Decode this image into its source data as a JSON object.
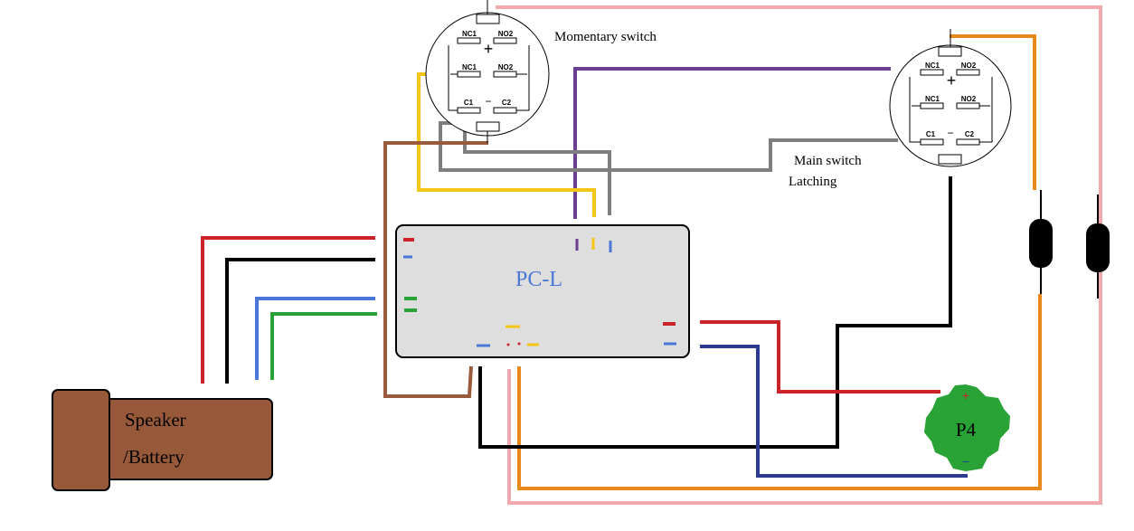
{
  "labels": {
    "momentary_switch": "Momentary switch",
    "main_switch_line1": "Main switch",
    "main_switch_line2": "Latching",
    "board": "PC-L",
    "speaker_line1": "Speaker",
    "speaker_line2": "/Battery",
    "led": "P4",
    "led_plus": "+",
    "led_minus": "−"
  },
  "switch_terminals": {
    "nc1": "NC1",
    "no2": "NO2",
    "c1": "C1",
    "c2": "C2",
    "plus": "+",
    "minus": "−"
  },
  "colors": {
    "red": "#cc2229",
    "black": "#000000",
    "blue": "#4a78d8",
    "navy": "#2b3a8f",
    "green": "#2aa336",
    "brown": "#9a5b3c",
    "yellow": "#f5c518",
    "purple": "#6b3f8f",
    "gray": "#7f7f7f",
    "orange": "#e8891c",
    "pink": "#f1a8ae",
    "board_fill": "#dedede",
    "speaker_fill": "#98593a",
    "led_fill": "#2aa336",
    "board_text": "#4a78d8"
  }
}
